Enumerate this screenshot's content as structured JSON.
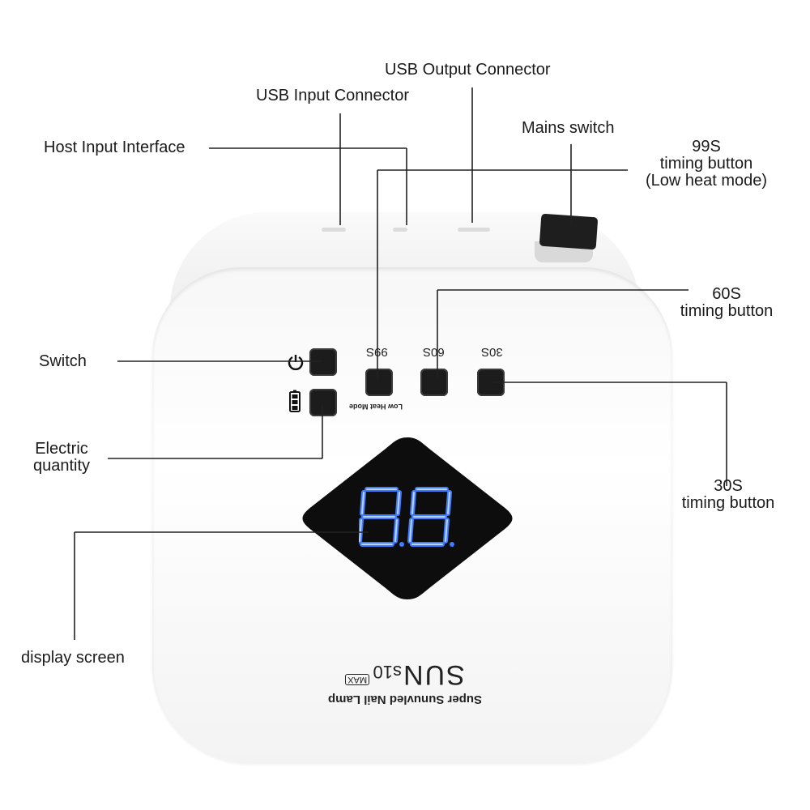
{
  "labels": {
    "usb_output": "USB Output Connector",
    "usb_input": "USB Input Connector",
    "host_input": "Host Input Interface",
    "mains_switch": "Mains switch",
    "btn99_line1": "99S",
    "btn99_line2": "timing button",
    "btn99_line3": "(Low heat mode)",
    "btn60_line1": "60S",
    "btn60_line2": "timing button",
    "btn30_line1": "30S",
    "btn30_line2": "timing button",
    "switch": "Switch",
    "electric_line1": "Electric",
    "electric_line2": "quantity",
    "display_screen": "display screen"
  },
  "device": {
    "btn99_print": "99S",
    "btn60_print": "60S",
    "btn30_print": "30S",
    "low_heat_print": "Low Heat Mode",
    "brand_sub": "Super Sunuvled Nail Lamp",
    "brand_main": "SUN",
    "brand_model": "s10",
    "brand_max": "MAX",
    "display_value": "88",
    "display_color": "#3f7cff"
  }
}
